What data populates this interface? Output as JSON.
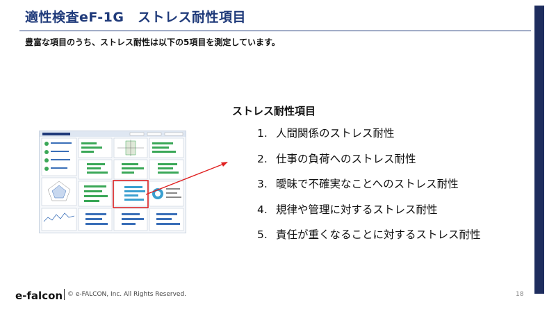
{
  "header": {
    "title": "適性検査eF-1G　ストレス耐性項目"
  },
  "subtitle": "豊富な項目のうち、ストレス耐性は以下の5項目を測定しています。",
  "list": {
    "title": "ストレス耐性項目",
    "items": [
      {
        "num": "1.",
        "label": "人間関係のストレス耐性"
      },
      {
        "num": "2.",
        "label": "仕事の負荷へのストレス耐性"
      },
      {
        "num": "3.",
        "label": "曖昧で不確実なことへのストレス耐性"
      },
      {
        "num": "4.",
        "label": "規律や管理に対するストレス耐性"
      },
      {
        "num": "5.",
        "label": "責任が重くなることに対するストレス耐性"
      }
    ]
  },
  "footer": {
    "logo": "e-falcon",
    "copyright": "© e-FALCON, Inc. All Rights Reserved.",
    "page": "18"
  },
  "colors": {
    "title": "#1f3a7a",
    "side_bar": "#1e2d5e",
    "highlight": "#e02020",
    "bar_green": "#3aa757"
  }
}
